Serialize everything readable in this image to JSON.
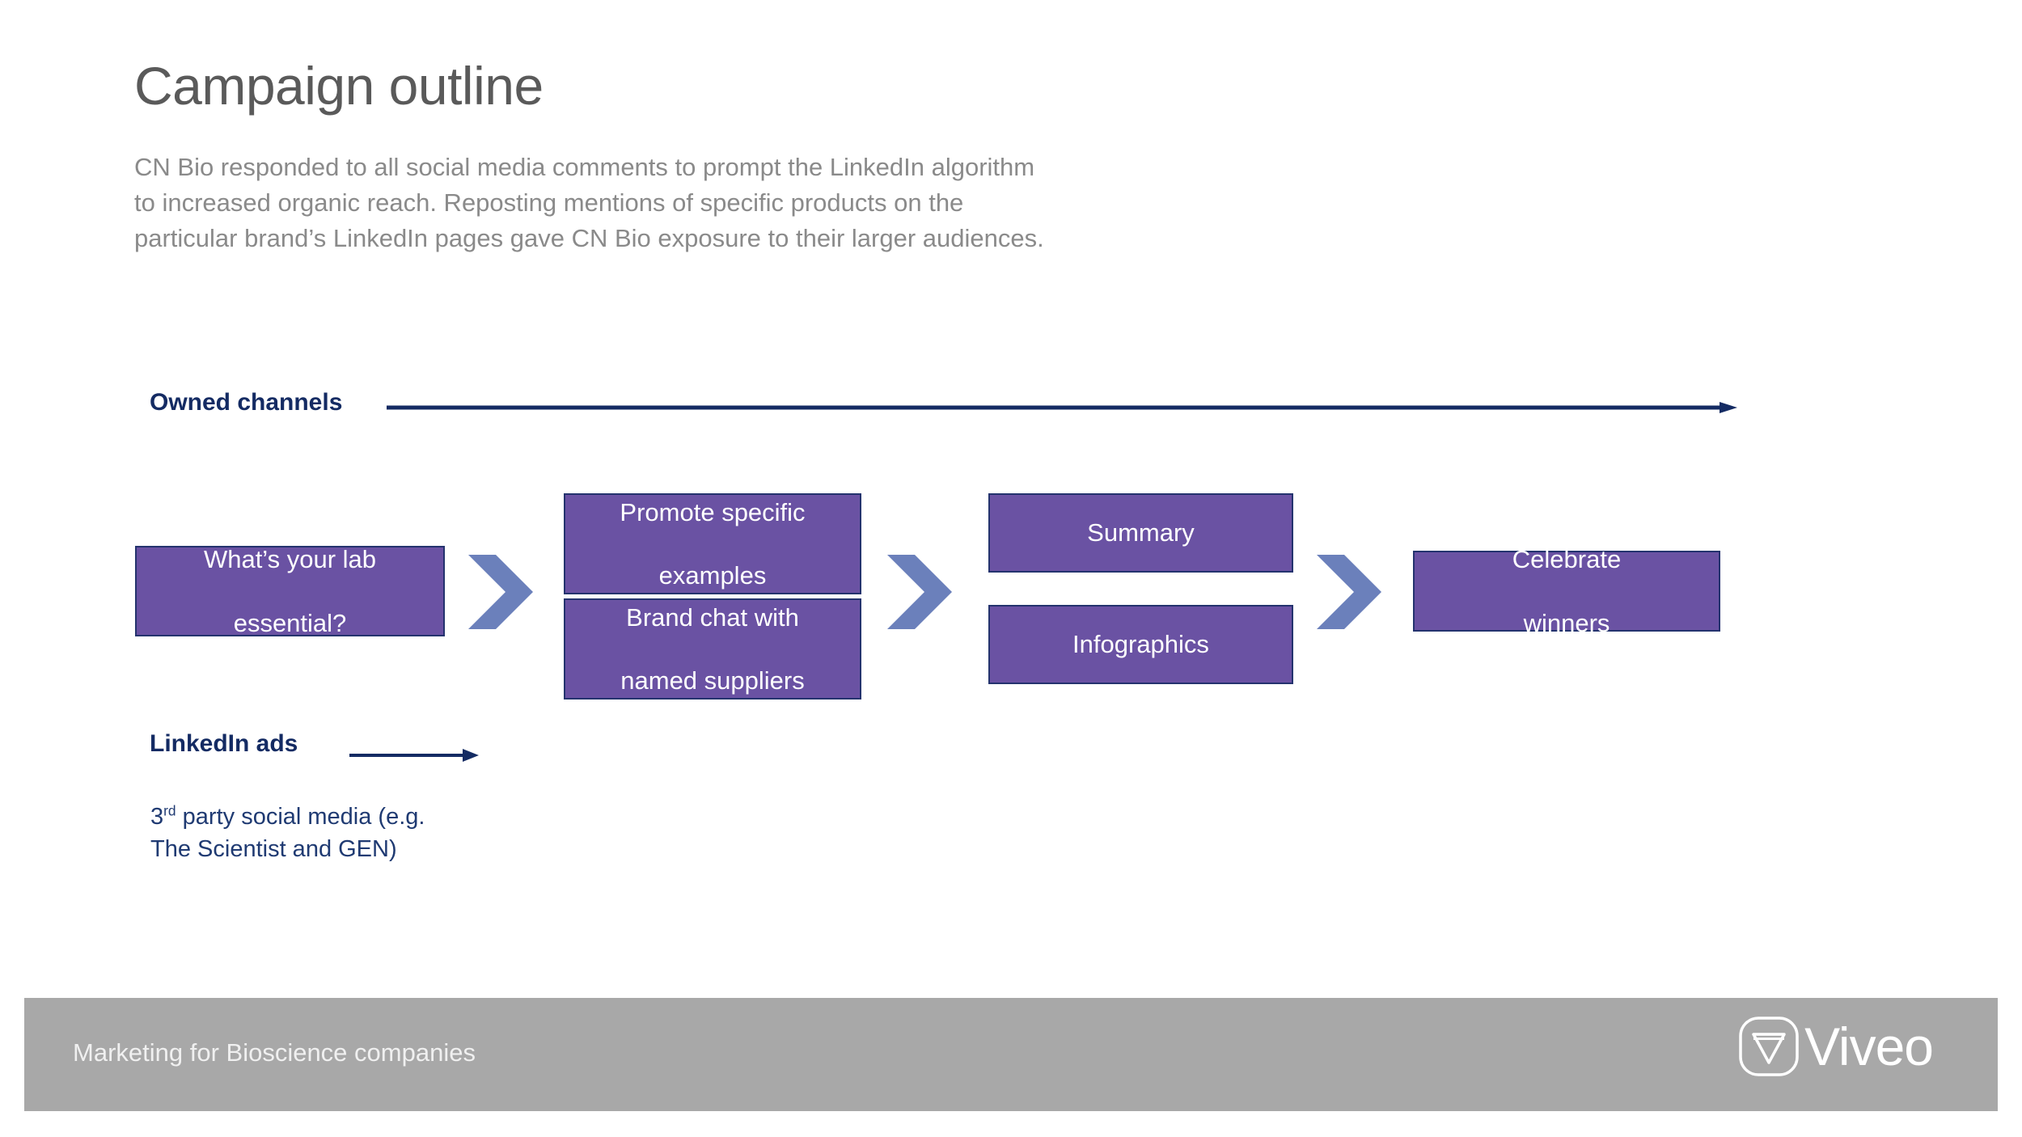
{
  "slide": {
    "title": "Campaign outline",
    "body_lines": [
      "CN Bio responded to all social media comments to prompt the LinkedIn algorithm",
      "to increased organic reach. Reposting mentions of specific products on the",
      "particular brand’s LinkedIn pages gave CN Bio exposure to their larger audiences."
    ]
  },
  "channels": {
    "owned_label": "Owned channels",
    "linkedin_label": "LinkedIn ads",
    "third_party_lines": {
      "num": "3",
      "ord": "rd",
      "rest": " party social media (e.g.",
      "line2": "The Scientist and GEN)"
    }
  },
  "flow": {
    "steps": [
      {
        "id": "lab-essential",
        "lines": [
          "What’s your lab",
          "essential?"
        ]
      },
      {
        "id": "promote",
        "lines": [
          "Promote specific",
          "examples"
        ]
      },
      {
        "id": "brand-chat",
        "lines": [
          "Brand chat with",
          "named suppliers"
        ]
      },
      {
        "id": "summary",
        "lines": [
          "Summary"
        ]
      },
      {
        "id": "infographics",
        "lines": [
          "Infographics"
        ]
      },
      {
        "id": "celebrate",
        "lines": [
          "Celebrate",
          "winners"
        ]
      }
    ],
    "boxes": {
      "lab_essential_l1": "What’s your lab",
      "lab_essential_l2": "essential?",
      "promote_l1": "Promote specific",
      "promote_l2": "examples",
      "brand_chat_l1": "Brand chat with",
      "brand_chat_l2": "named suppliers",
      "summary": "Summary",
      "infographics": "Infographics",
      "celebrate_l1": "Celebrate",
      "celebrate_l2": "winners"
    },
    "chevron_count": 3
  },
  "footer": {
    "caption": "Marketing for Bioscience companies",
    "brand": "Viveo",
    "logo_icon": "triangle-down-in-rounded-square-icon"
  },
  "colors": {
    "purple_fill": "#6a52a3",
    "purple_border": "#24336e",
    "chevron": "#6b80bb",
    "navy": "#142b63",
    "navy_light": "#1f3a72",
    "title_gray": "#5a5a5a",
    "body_gray": "#8a8a8a",
    "footer_gray": "#a8a8a8",
    "white": "#ffffff"
  }
}
